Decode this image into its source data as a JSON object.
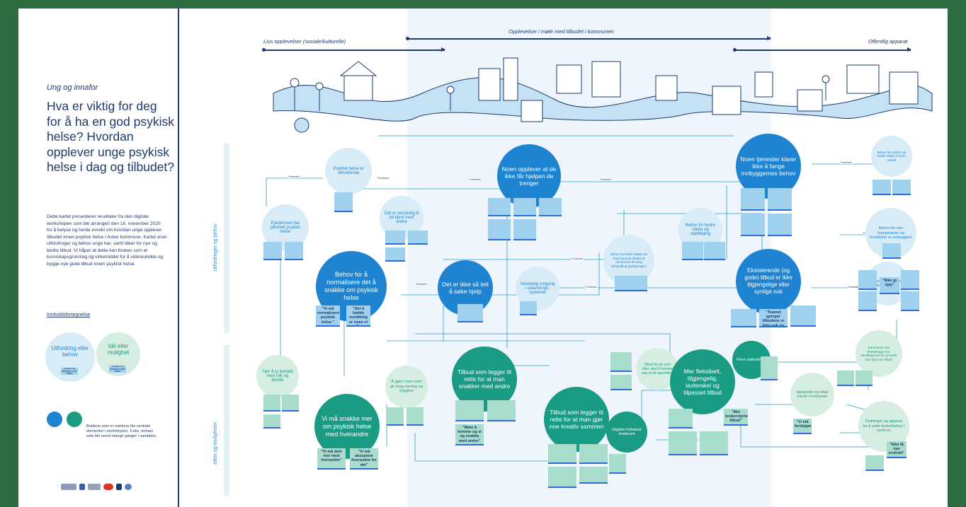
{
  "sidebar": {
    "kicker": "Ung og innafor",
    "title": "Hva er viktig for deg for å ha en god psykisk helse? Hvordan opplever unge psykisk helse i dag og tilbudet?",
    "intro": "Dette kartet presenterer resultater fra den digitale workshopen som ble arrangert den 16. november 2020 for å belyse og hente innsikt om hvordan unge opplever tilbudet innen psykisk helse i Asker kommune. Kartet viser utfordringer og behov unge har, samt idéer for nye og bedre tilbud. Vi håper at dette kan brukes som et kunnskapsgrunnlag og virkemiddel for å videreutvikle og bygge nye gode tilbud innen psykisk helse.",
    "toc": "Innholdsfortegnelse",
    "legend": {
      "challenge": "Utfordring eller behov",
      "idea": "Idé eller mulighet",
      "note": "Innspill fra deltakere eller sitater",
      "size_note": "Boblene som er mørkere ble sentrale elementer i workshopen. F.eks. temaer som ble nevnt mange ganger i samtalen."
    }
  },
  "header": {
    "left": "Livs opplevelser (sosiale/kulturelle)",
    "middle": "Opplevelser i møte med tilbudet i kommunen",
    "right": "Offentlig apparat"
  },
  "side_labels": {
    "top": "Utfordringer og behov",
    "bottom": "Idéer og muligheter"
  },
  "bubbles": {
    "psykisk": "Psykisk helse er utfordrende",
    "pandemien": "Pandemien har påvirket psykisk helse",
    "vanskelig_venn": "Det er vanskelig å bli kjent med andre",
    "normalisere": "Behov for å normalisere det å snakke om psykisk helse",
    "ikke_lett": "Det er ikke så lett å søke hjelp",
    "ikke_hjelp": "Noen opplever at de ikke får hjelpen de trenger",
    "vanskelig_inngang": "Vanskelig inngang i utdannings-systemet",
    "stotte_bedre": "Behov for bedre støtte når man kommer tilbake til samfunnet fra lang behandling (sykepenger)",
    "tjenester": "Noen tjenester klarer ikke å fange innbyggernes behov",
    "stotte": "Behov for bedre støtte og oppfølging",
    "eksisterende": "Eksisterende (og gode) tilbud er ikke tilgjengelige eller synlige nok",
    "nav": "Behov for at NAV gir bedre støtte til hvert enkelt",
    "kompetanse": "Behov for mer kompetanse og forståelse av innbyggere",
    "samvirke": "Behov for samvirke i kommune(n)",
    "torr": "Tørr å ta kontakt med folk og familie",
    "vi_ma": "Vi må snakke mer om psykisk helse med hverandre",
    "a_gjore": "Å gjøre noen som gir meg mening og trygghet",
    "tilbud_snakker": "Tilbud som legger til rette for at man snakker med andre",
    "tilbud_kreativ": "Tilbud som legger til rette for at man gjør noe kreativ sammen",
    "digitale": "Digitale initiativer /møterom",
    "tilbud_sliter": "Tilbud for de som sliter med å komme seg ut på egenhånd",
    "fleksibelt": "Mer fleksibelt, tilgjengelig, lavterskel og tilpasset tilbud",
    "flere": "Flere møtesteder",
    "igangsette": "Igangsette nye tiltak internt i kommunen",
    "kommuner": "Kommuner kan tilrettelegge mer handlingsrom for at andre kan lage nye tilbud",
    "ordninger": "Ordninger og apparat for å sette brukerbehov i sentrum"
  },
  "quotes": {
    "q1": "\"Vi må normalisere psykisk helse.\"",
    "q2": "\"Det å hadde sunddelig er noen vi aller opplever.\"",
    "q3": "\"Vi må dele mer med hverandre\"",
    "q4": "\"Vi må akseptere hverandre for det\"",
    "q5": "\"Mer brukerstyrte tilbud\"",
    "q6": "\"Ikke gi opp\"",
    "q7": "\"Vi må fordyppe\"",
    "q8": "\"Møte å komme og si og snakke med andre\"",
    "q9": "\"Teamet gjenger tilbudene er ikke nok og ikke ikke av innbyggere\"",
    "q10": "\"Ikke få nye innhold\""
  },
  "connector": "Forsterker",
  "colors": {
    "dark_blue": "#1e83d0",
    "light_blue": "#d8ecf8",
    "teal": "#1a9b83",
    "light_teal": "#d6ede2",
    "note": "#9fd0ee",
    "navy": "#1f3a6e",
    "background": "#2e6b41"
  }
}
